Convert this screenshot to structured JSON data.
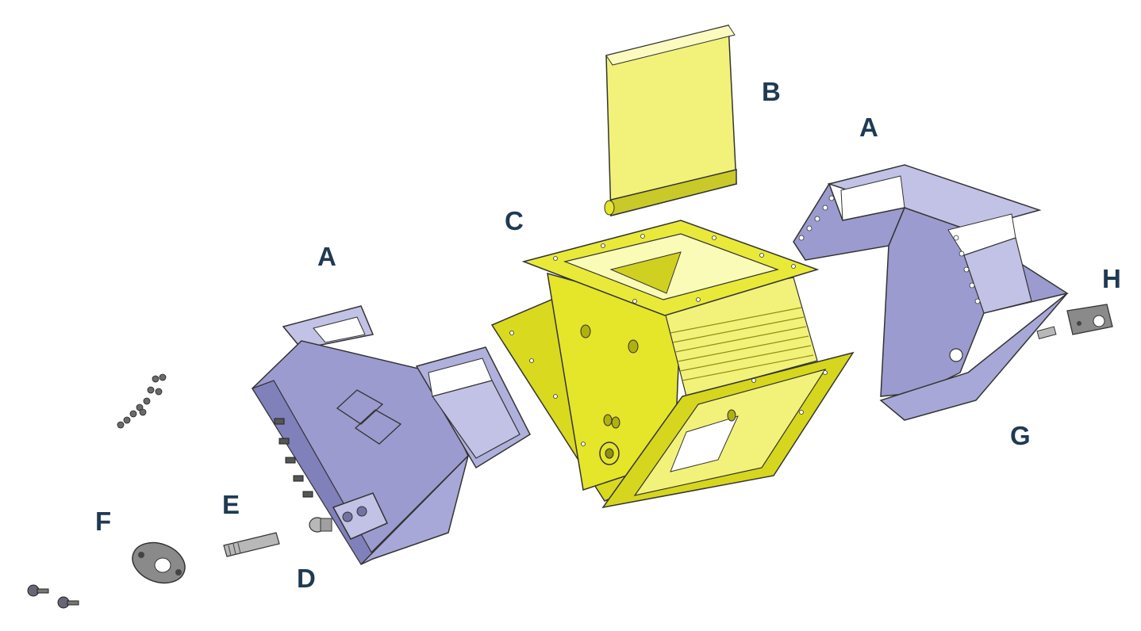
{
  "labels": {
    "a_left": "A",
    "a_right": "A",
    "b": "B",
    "c": "C",
    "d": "D",
    "e": "E",
    "f": "F",
    "g": "G",
    "h": "H"
  },
  "colors": {
    "body_yellow": "#e5e52a",
    "body_yellow_light": "#f2f27a",
    "body_yellow_dark": "#b8b817",
    "side_lavender": "#9b9bd0",
    "side_lavender_light": "#c2c2e6",
    "side_lavender_dark": "#7272a6",
    "hardware_gray": "#8a8a8a",
    "label_color": "#1f3a52"
  }
}
